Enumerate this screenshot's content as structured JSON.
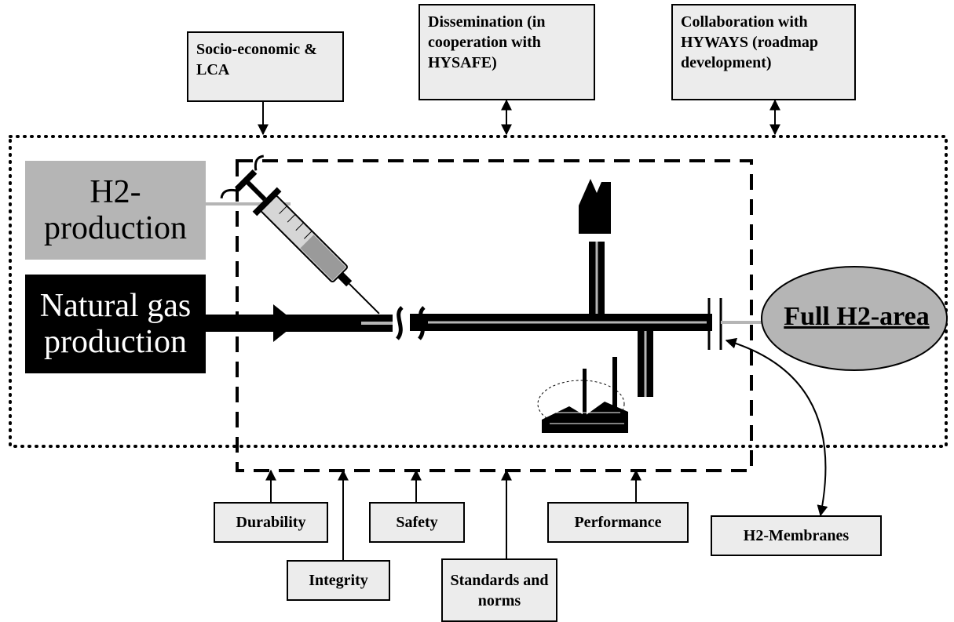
{
  "top_boxes": {
    "socio_economic": "Socio-economic & LCA",
    "dissemination": "Dissemination (in cooperation with HYSAFE)",
    "collaboration": "Collaboration with HYWAYS (roadmap development)"
  },
  "sources": {
    "h2_production": "H2-production",
    "natural_gas_production": "Natural gas production"
  },
  "destination": "Full H2-area",
  "bottom_boxes": {
    "durability": "Durability",
    "integrity": "Integrity",
    "safety": "Safety",
    "standards": "Standards and norms",
    "performance": "Performance",
    "membranes": "H2-Membranes"
  }
}
